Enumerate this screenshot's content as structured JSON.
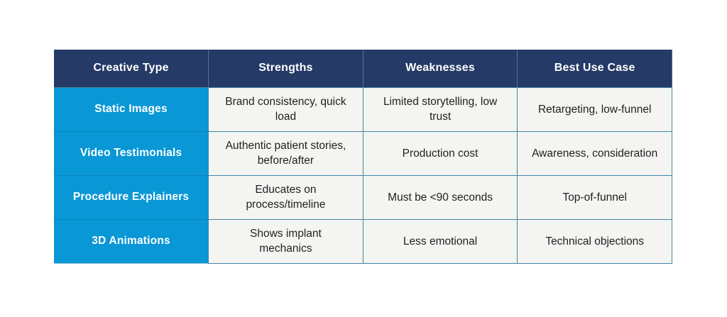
{
  "colors": {
    "page_background": "#FFFFFF",
    "header_background": "#253A66",
    "row_header_background": "#0997D6",
    "cell_background": "#F4F4F2",
    "border": "#3F87A5",
    "header_text": "#FFFFFF",
    "cell_text": "#1F1F1D"
  },
  "chart_data": {
    "type": "table",
    "title": "",
    "columns": [
      "Creative Type",
      "Strengths",
      "Weaknesses",
      "Best Use Case"
    ],
    "rows": [
      [
        "Static Images",
        "Brand consistency, quick load",
        "Limited storytelling, low trust",
        "Retargeting, low-funnel"
      ],
      [
        "Video Testimonials",
        "Authentic patient stories, before/after",
        "Production cost",
        "Awareness, consideration"
      ],
      [
        "Procedure Explainers",
        "Educates on process/timeline",
        "Must be <90 seconds",
        "Top-of-funnel"
      ],
      [
        "3D Animations",
        "Shows implant mechanics",
        "Less emotional",
        "Technical objections"
      ]
    ]
  },
  "table": {
    "headers": [
      "Creative Type",
      "Strengths",
      "Weaknesses",
      "Best Use Case"
    ],
    "rows": [
      [
        "Static Images",
        "Brand consistency, quick\nload",
        "Limited storytelling, low\ntrust",
        "Retargeting, low-funnel"
      ],
      [
        "Video Testimonials",
        "Authentic patient stories,\nbefore/after",
        "Production cost",
        "Awareness, consideration"
      ],
      [
        "Procedure Explainers",
        "Educates on\nprocess/timeline",
        "Must be <90 seconds",
        "Top-of-funnel"
      ],
      [
        "3D Animations",
        "Shows implant\nmechanics",
        "Less emotional",
        "Technical objections"
      ]
    ]
  }
}
